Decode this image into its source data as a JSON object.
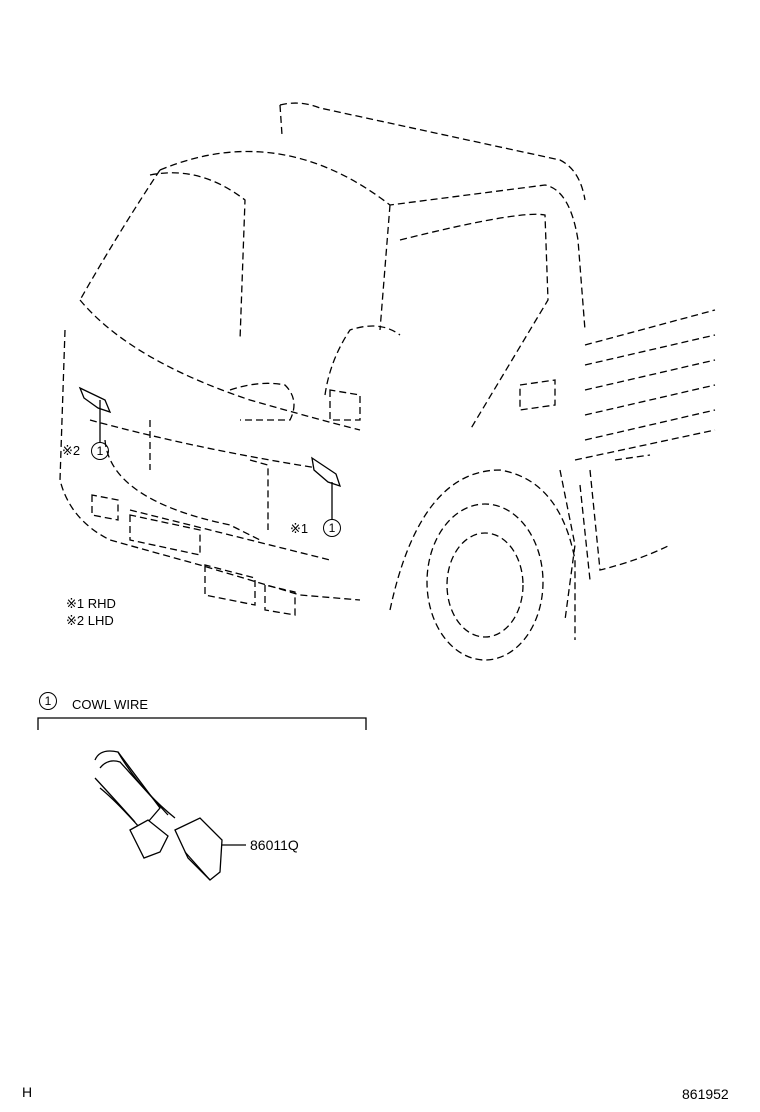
{
  "callouts": {
    "left": {
      "mark": "※2",
      "num": "1"
    },
    "right": {
      "mark": "※1",
      "num": "1"
    }
  },
  "notes": [
    {
      "mark": "※1",
      "text": "RHD"
    },
    {
      "mark": "※2",
      "text": "LHD"
    }
  ],
  "section": {
    "num": "1",
    "title": "COWL WIRE"
  },
  "part": {
    "number": "86011Q"
  },
  "footer": {
    "left_code": "H",
    "diagram_id": "861952"
  }
}
